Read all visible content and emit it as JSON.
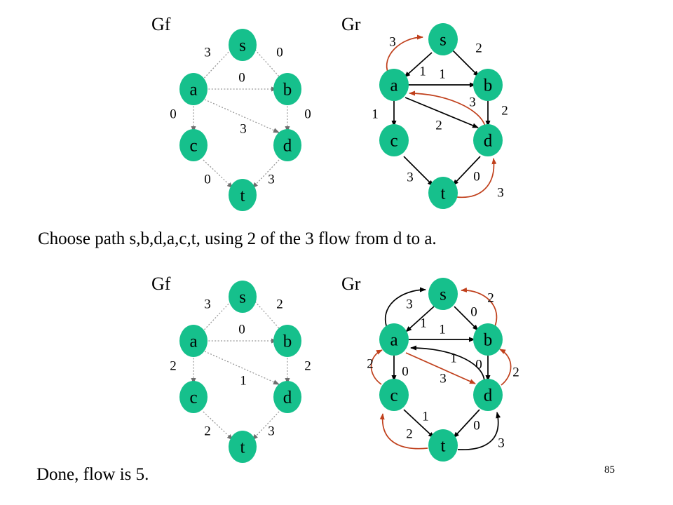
{
  "page": {
    "number": "85",
    "background_color": "#ffffff",
    "node_color": "#16C08C",
    "residual_edge_color": "#C0401C",
    "flow_edge_color": "#9a9a9a"
  },
  "captions": {
    "middle": "Choose path s,b,d,a,c,t, using 2 of the 3 flow from d to a.",
    "bottom": "Done, flow is 5."
  },
  "graphs": [
    {
      "id": "top-gf",
      "title": "Gf",
      "kind": "flow",
      "nodes": [
        {
          "id": "s",
          "label": "s"
        },
        {
          "id": "a",
          "label": "a"
        },
        {
          "id": "b",
          "label": "b"
        },
        {
          "id": "c",
          "label": "c"
        },
        {
          "id": "d",
          "label": "d"
        },
        {
          "id": "t",
          "label": "t"
        }
      ],
      "edges": [
        {
          "from": "s",
          "to": "a",
          "label": "3",
          "style": "dotted"
        },
        {
          "from": "s",
          "to": "b",
          "label": "0",
          "style": "dotted"
        },
        {
          "from": "a",
          "to": "b",
          "label": "0",
          "style": "dotted"
        },
        {
          "from": "a",
          "to": "c",
          "label": "0",
          "style": "dotted"
        },
        {
          "from": "a",
          "to": "d",
          "label": "3",
          "style": "dotted"
        },
        {
          "from": "b",
          "to": "d",
          "label": "0",
          "style": "dotted"
        },
        {
          "from": "c",
          "to": "t",
          "label": "0",
          "style": "dotted"
        },
        {
          "from": "d",
          "to": "t",
          "label": "3",
          "style": "dotted"
        }
      ]
    },
    {
      "id": "top-gr",
      "title": "Gr",
      "kind": "residual",
      "nodes": [
        {
          "id": "s",
          "label": "s"
        },
        {
          "id": "a",
          "label": "a"
        },
        {
          "id": "b",
          "label": "b"
        },
        {
          "id": "c",
          "label": "c"
        },
        {
          "id": "d",
          "label": "d"
        },
        {
          "id": "t",
          "label": "t"
        }
      ],
      "edges": [
        {
          "from": "a",
          "to": "s",
          "label": "3",
          "style": "red"
        },
        {
          "from": "s",
          "to": "a",
          "label": "1",
          "style": "solid"
        },
        {
          "from": "s",
          "to": "b",
          "label": "2",
          "style": "solid"
        },
        {
          "from": "a",
          "to": "b",
          "label": "1",
          "style": "solid"
        },
        {
          "from": "a",
          "to": "c",
          "label": "2",
          "style": "solid"
        },
        {
          "from": "a",
          "to": "d",
          "label": "1",
          "style": "solid"
        },
        {
          "from": "d",
          "to": "a",
          "label": "3",
          "style": "red"
        },
        {
          "from": "b",
          "to": "d",
          "label": "2",
          "style": "solid"
        },
        {
          "from": "c",
          "to": "t",
          "label": "3",
          "style": "solid"
        },
        {
          "from": "d",
          "to": "t",
          "label": "0",
          "style": "solid"
        },
        {
          "from": "t",
          "to": "d",
          "label": "3",
          "style": "red"
        }
      ]
    },
    {
      "id": "bottom-gf",
      "title": "Gf",
      "kind": "flow",
      "nodes": [
        {
          "id": "s",
          "label": "s"
        },
        {
          "id": "a",
          "label": "a"
        },
        {
          "id": "b",
          "label": "b"
        },
        {
          "id": "c",
          "label": "c"
        },
        {
          "id": "d",
          "label": "d"
        },
        {
          "id": "t",
          "label": "t"
        }
      ],
      "edges": [
        {
          "from": "s",
          "to": "a",
          "label": "3",
          "style": "dotted"
        },
        {
          "from": "s",
          "to": "b",
          "label": "2",
          "style": "dotted"
        },
        {
          "from": "a",
          "to": "b",
          "label": "0",
          "style": "dotted"
        },
        {
          "from": "a",
          "to": "c",
          "label": "2",
          "style": "dotted"
        },
        {
          "from": "a",
          "to": "d",
          "label": "1",
          "style": "dotted"
        },
        {
          "from": "b",
          "to": "d",
          "label": "2",
          "style": "dotted"
        },
        {
          "from": "c",
          "to": "t",
          "label": "2",
          "style": "dotted"
        },
        {
          "from": "d",
          "to": "t",
          "label": "3",
          "style": "dotted"
        }
      ]
    },
    {
      "id": "bottom-gr",
      "title": "Gr",
      "kind": "residual",
      "nodes": [
        {
          "id": "s",
          "label": "s"
        },
        {
          "id": "a",
          "label": "a"
        },
        {
          "id": "b",
          "label": "b"
        },
        {
          "id": "c",
          "label": "c"
        },
        {
          "id": "d",
          "label": "d"
        },
        {
          "id": "t",
          "label": "t"
        }
      ],
      "edges": [
        {
          "from": "a",
          "to": "s",
          "label": "3",
          "style": "solid"
        },
        {
          "from": "s",
          "to": "a",
          "label": "1",
          "style": "solid"
        },
        {
          "from": "b",
          "to": "s",
          "label": "2",
          "style": "red"
        },
        {
          "from": "s",
          "to": "b",
          "label": "0",
          "style": "solid"
        },
        {
          "from": "a",
          "to": "b",
          "label": "1",
          "style": "solid"
        },
        {
          "from": "d",
          "to": "a",
          "label": "1",
          "style": "solid"
        },
        {
          "from": "a",
          "to": "d",
          "label": "3",
          "style": "red"
        },
        {
          "from": "a",
          "to": "c",
          "label": "0",
          "style": "solid"
        },
        {
          "from": "c",
          "to": "a",
          "label": "2",
          "style": "red"
        },
        {
          "from": "b",
          "to": "d",
          "label": "0",
          "style": "solid"
        },
        {
          "from": "d",
          "to": "b",
          "label": "2",
          "style": "red"
        },
        {
          "from": "c",
          "to": "t",
          "label": "1",
          "style": "solid"
        },
        {
          "from": "t",
          "to": "c",
          "label": "2",
          "style": "red"
        },
        {
          "from": "d",
          "to": "t",
          "label": "0",
          "style": "solid"
        },
        {
          "from": "t",
          "to": "d",
          "label": "3",
          "style": "solid"
        }
      ]
    }
  ]
}
